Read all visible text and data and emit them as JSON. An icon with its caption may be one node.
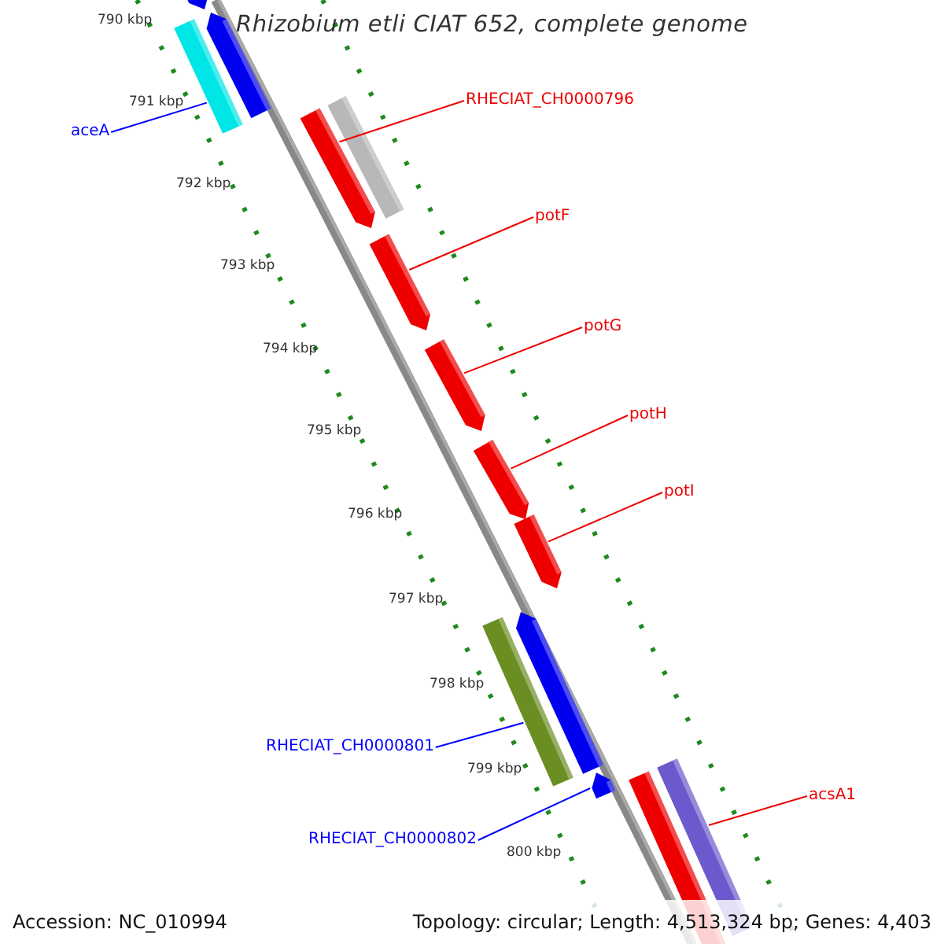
{
  "diagram": {
    "title": "Rhizobium etli CIAT 652, complete genome",
    "nodes": [
      {
        "text": [
          "aceA"
        ]
      },
      {
        "text": [
          "RHECIAT_CH0000796"
        ]
      },
      {
        "text": [
          "potF"
        ]
      },
      {
        "text": [
          "potG"
        ]
      },
      {
        "text": [
          "potH"
        ]
      },
      {
        "text": [
          "potI"
        ]
      },
      {
        "text": [
          "RHECIAT_CH0000801"
        ]
      },
      {
        "text": [
          "RHECIAT_CH0000802"
        ]
      },
      {
        "text": [
          "acsA1"
        ]
      },
      {
        "text": [],
        "shape": "bar"
      },
      {
        "text": [],
        "shape": "bar"
      },
      {
        "text": [],
        "shape": "bar"
      },
      {
        "text": [],
        "shape": "bar"
      },
      {
        "text": [],
        "shape": "bar"
      },
      {
        "text": [],
        "shape": "bar"
      },
      {
        "text": [],
        "shape": "bar"
      },
      {
        "text": [],
        "shape": "bar"
      },
      {
        "text": [],
        "shape": "bar"
      },
      {
        "text": [],
        "shape": "bar"
      },
      {
        "text": [],
        "shape": "bar"
      },
      {
        "text": [],
        "shape": "bar"
      },
      {
        "text": [],
        "shape": "bar"
      },
      {
        "text": [],
        "shape": "bar"
      }
    ],
    "edges": [
      {
        "from": 0,
        "to": 10,
        "arrow": "none",
        "color": "#0000ff"
      },
      {
        "from": 1,
        "to": 12,
        "arrow": "none"
      },
      {
        "from": 2,
        "to": 14,
        "arrow": "none"
      },
      {
        "from": 3,
        "to": 15,
        "arrow": "none"
      },
      {
        "from": 4,
        "to": 16,
        "arrow": "none"
      },
      {
        "from": 5,
        "to": 17,
        "arrow": "none"
      },
      {
        "from": 6,
        "to": 19,
        "arrow": "none",
        "color": "#0000ff"
      },
      {
        "from": 7,
        "to": 20,
        "arrow": "none",
        "color": "#0000ff"
      },
      {
        "from": 8,
        "to": 22,
        "arrow": "none"
      }
    ],
    "labels": [
      "790 kbp",
      "791 kbp",
      "792 kbp",
      "793 kbp",
      "794 kbp",
      "795 kbp",
      "796 kbp",
      "797 kbp",
      "798 kbp",
      "799 kbp",
      "800 kbp",
      "Accession: NC_010994",
      "Topology: circular; Length: 4,513,324 bp; Genes: 4,403"
    ]
  }
}
